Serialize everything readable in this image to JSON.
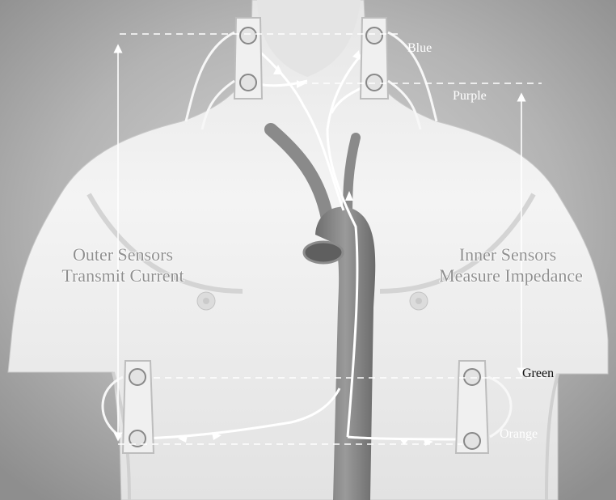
{
  "labels": {
    "blue": "Blue",
    "purple": "Purple",
    "green": "Green",
    "orange": "Orange",
    "outer_line1": "Outer Sensors",
    "outer_line2": "Transmit Current",
    "inner_line1": "Inner Sensors",
    "inner_line2": "Measure Impedance"
  },
  "colors": {
    "background_outer": "#9c9c9c",
    "background_inner": "#cfcfcf",
    "body": "#efefef",
    "aorta": "#808080",
    "guide_lines": "#ffffff",
    "label_dark": "#111111"
  }
}
